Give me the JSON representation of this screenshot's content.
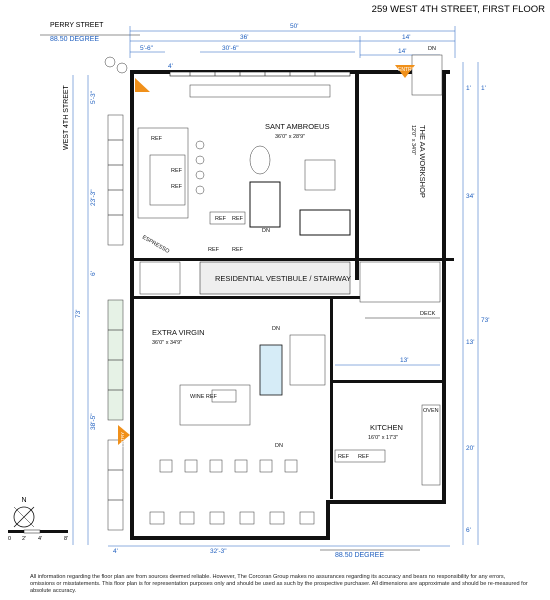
{
  "header": {
    "address": "259 WEST 4TH STREET, FIRST FLOOR",
    "street_top": "PERRY STREET",
    "degree_top": "88.50 DEGREE",
    "street_side": "WEST 4TH STREET",
    "degree_bottom": "88.50 DEGREE"
  },
  "rooms": {
    "sant_ambroeus": {
      "name": "SANT AMBROEUS",
      "size": "36'0\" x 28'9\""
    },
    "workshop": {
      "name": "THE AA WORKSHOP",
      "size": "12'0\" x 34'0\""
    },
    "vestibule": {
      "name": "RESIDENTIAL VESTIBULE / STAIRWAY"
    },
    "extra_virgin": {
      "name": "EXTRA VIRGIN",
      "size": "36'0\" x 34'9\""
    },
    "kitchen": {
      "name": "KITCHEN",
      "size": "16'0\" x 17'3\""
    },
    "deck": "DECK"
  },
  "labels": {
    "entry_top": "ENTRY",
    "entry_left": "ENTRY",
    "espresso": "ESPRESSO",
    "ref": "REF",
    "wine_ref": "WINE REF",
    "dn": "DN",
    "oven": "OVEN"
  },
  "dimensions": {
    "top_overall": "50'",
    "top_36": "36'",
    "top_14a": "14'",
    "top_5_6": "5'-6\"",
    "top_30_6": "30'-6\"",
    "top_14b": "14'",
    "top_4": "4'",
    "right_1a": "1'",
    "right_1b": "1'",
    "right_34": "34'",
    "right_73": "73'",
    "right_13": "13'",
    "right_20": "20'",
    "right_6": "6'",
    "mid_13": "13'",
    "left_5_3": "5'-3\"",
    "left_23_3": "23'-3\"",
    "left_6": "6'",
    "left_73": "73'",
    "left_38_5": "38'-5\"",
    "bottom_4": "4'",
    "bottom_32_3": "32'-3\""
  },
  "scale": {
    "north": "N",
    "ticks": [
      "0",
      "2'",
      "4'",
      "8'"
    ]
  },
  "footer": {
    "disclaimer": "All information regarding the floor plan are from sources deemed reliable. However, The Corcoran Group makes no assurances regarding its accuracy and bears no responsibility for any errors, omissions or misstatements. This floor plan is for representation purposes only and should be used as such by the prospective purchaser. All dimensions are approximate and should be re-measured for absolute accuracy."
  },
  "colors": {
    "dimension_blue": "#1f5fbf",
    "entry_orange": "#f0901a",
    "wall": "#111111"
  }
}
